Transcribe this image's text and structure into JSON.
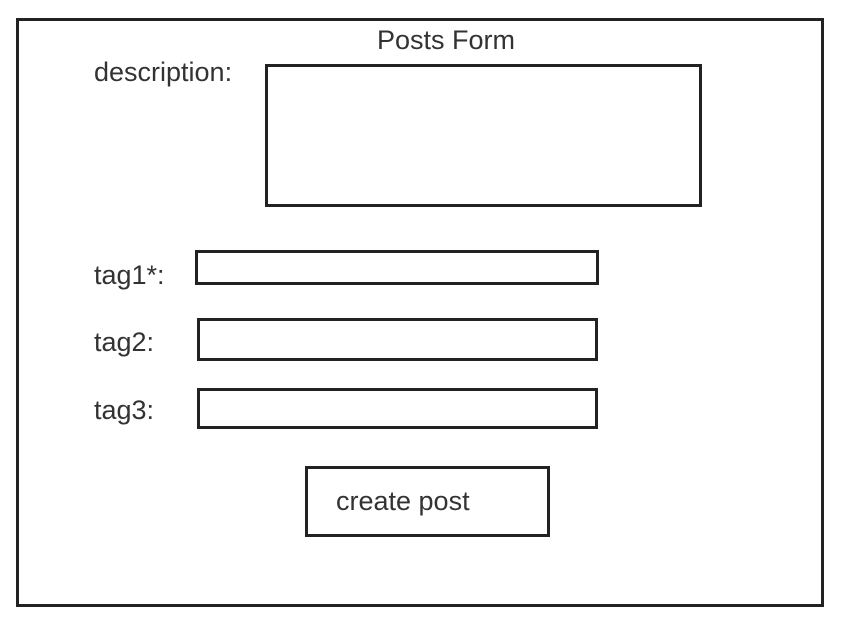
{
  "form": {
    "title": "Posts Form",
    "fields": {
      "description": {
        "label": "description:",
        "value": ""
      },
      "tag1": {
        "label": "tag1*:",
        "value": ""
      },
      "tag2": {
        "label": "tag2:",
        "value": ""
      },
      "tag3": {
        "label": "tag3:",
        "value": ""
      }
    },
    "submit_label": "create post"
  }
}
